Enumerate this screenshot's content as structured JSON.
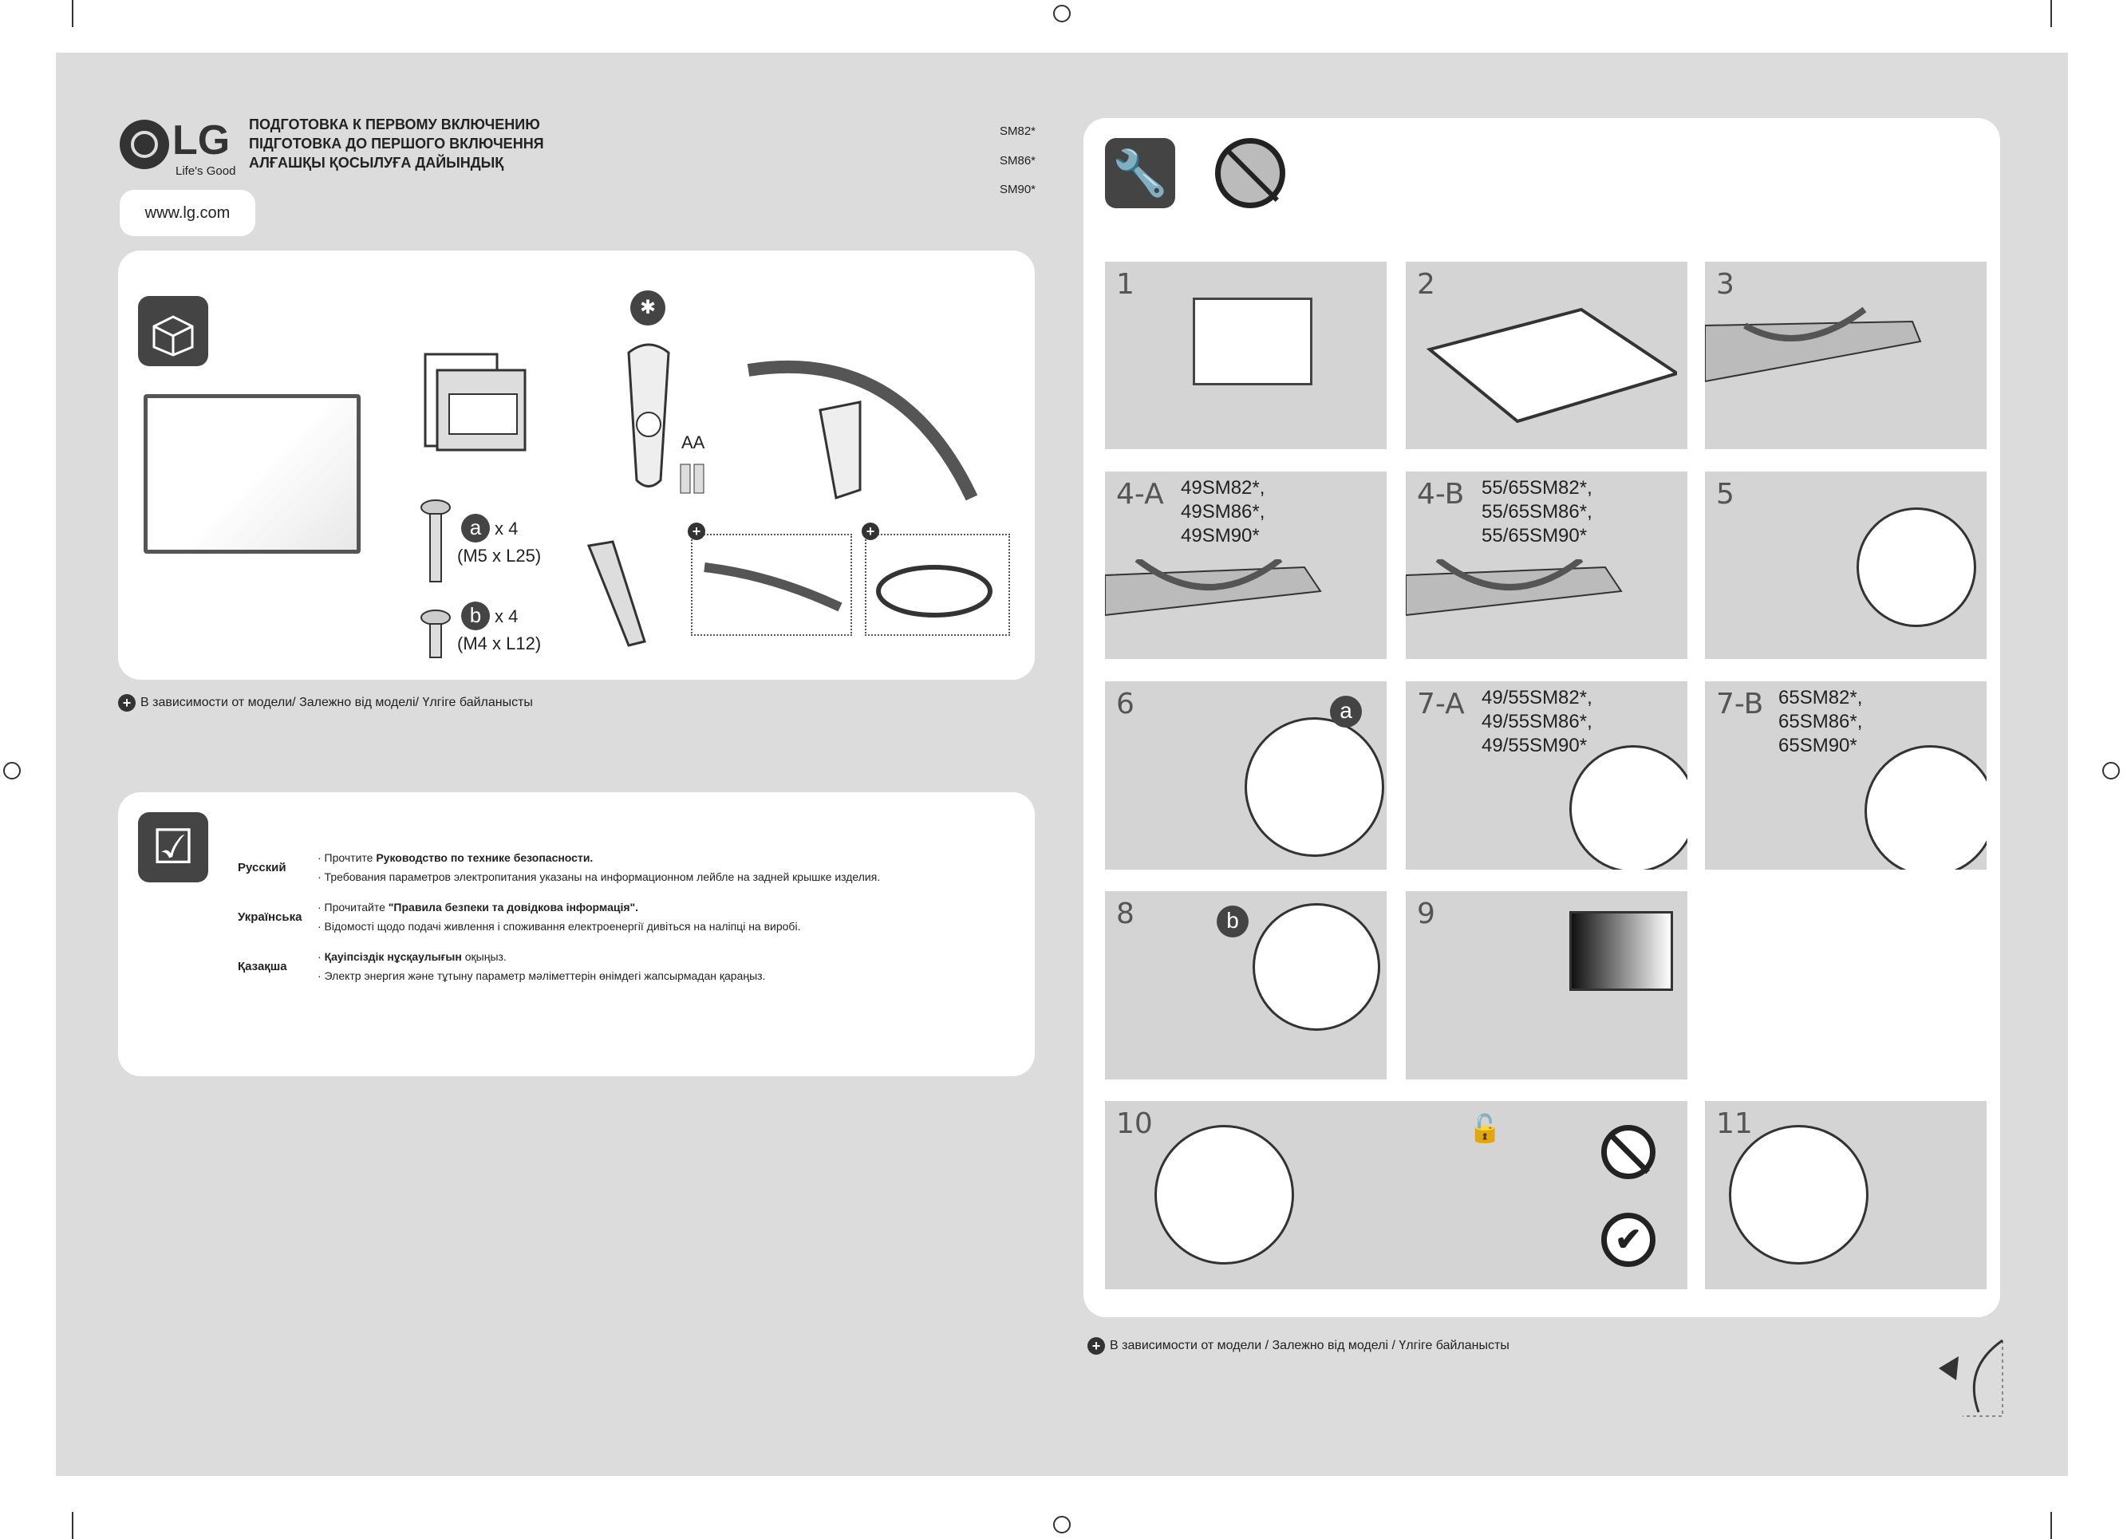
{
  "header": {
    "logo_text": "LG",
    "tagline": "Life's Good",
    "titles": [
      "ПОДГОТОВКА К ПЕРВОМУ ВКЛЮЧЕНИЮ",
      "ПІДГОТОВКА ДО ПЕРШОГО ВКЛЮЧЕННЯ",
      "АЛҒАШҚЫ ҚОСЫЛУҒА ДАЙЫНДЫҚ"
    ],
    "models": [
      "SM82*",
      "SM86*",
      "SM90*"
    ],
    "website": "www.lg.com"
  },
  "components": {
    "battery_label": "AA",
    "screw_a": {
      "letter": "a",
      "qty": "x 4",
      "size": "(M5 x L25)"
    },
    "screw_b": {
      "letter": "b",
      "qty": "x 4",
      "size": "(M4 x L12)"
    }
  },
  "note_left": "В зависимости от модели/ Залежно від моделі/ Үлгіге байланысты",
  "safety": [
    {
      "lang": "Русский",
      "lines": [
        {
          "pre": "· Прочтите ",
          "bold": "Руководство по технике безопасности.",
          "post": ""
        },
        {
          "pre": "· Требования параметров электропитания указаны на информационном лейбле на задней крышке изделия.",
          "bold": "",
          "post": ""
        }
      ]
    },
    {
      "lang": "Українська",
      "lines": [
        {
          "pre": "· Прочитайте ",
          "bold": "\"Правила безпеки та довідкова інформація\".",
          "post": ""
        },
        {
          "pre": "· Відомості щодо подачі живлення і споживання електроенергії дивіться на наліпці на виробі.",
          "bold": "",
          "post": ""
        }
      ]
    },
    {
      "lang": "Қазақша",
      "lines": [
        {
          "pre": "· ",
          "bold": "Қауіпсіздік нұсқаулығын",
          "post": " оқыңыз."
        },
        {
          "pre": "· Электр энергия және тұтыну параметр мәліметтерін өнімдегі жапсырмадан қараңыз.",
          "bold": "",
          "post": ""
        }
      ]
    }
  ],
  "steps": {
    "s1": "1",
    "s2": "2",
    "s3": "3",
    "s4a": "4-A",
    "s4a_models": [
      "49SM82*,",
      "49SM86*,",
      "49SM90*"
    ],
    "s4b": "4-B",
    "s4b_models": [
      "55/65SM82*,",
      "55/65SM86*,",
      "55/65SM90*"
    ],
    "s5": "5",
    "s6": "6",
    "s6_badge": "a",
    "s7a": "7-A",
    "s7a_models": [
      "49/55SM82*,",
      "49/55SM86*,",
      "49/55SM90*"
    ],
    "s7b": "7-B",
    "s7b_models": [
      "65SM82*,",
      "65SM86*,",
      "65SM90*"
    ],
    "s8": "8",
    "s8_badge": "b",
    "s9": "9",
    "s10": "10",
    "s11": "11"
  },
  "note_right": "В зависимости от модели / Залежно від моделі / Үлгіге байланысты"
}
